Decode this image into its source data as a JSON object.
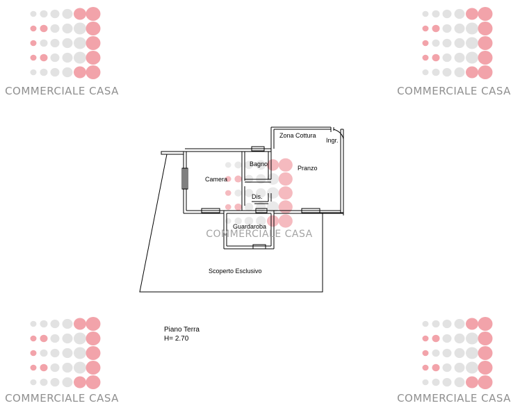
{
  "watermark": {
    "brand_text": "COMMERCIALE CASA",
    "pink": "#f2a3aa",
    "grey": "#e2e2e2",
    "text_color": "#8f8f8f"
  },
  "floorplan": {
    "rooms": {
      "zona_cottura": "Zona Cottura",
      "ingresso": "Ingr.",
      "bagno": "Bagno",
      "pranzo": "Pranzo",
      "camera": "Camera",
      "disimpegno": "Dis.",
      "guardaroba": "Guardaroba",
      "scoperto": "Scoperto Esclusivo"
    },
    "floor_name": "Piano Terra",
    "height": "H= 2.70"
  }
}
